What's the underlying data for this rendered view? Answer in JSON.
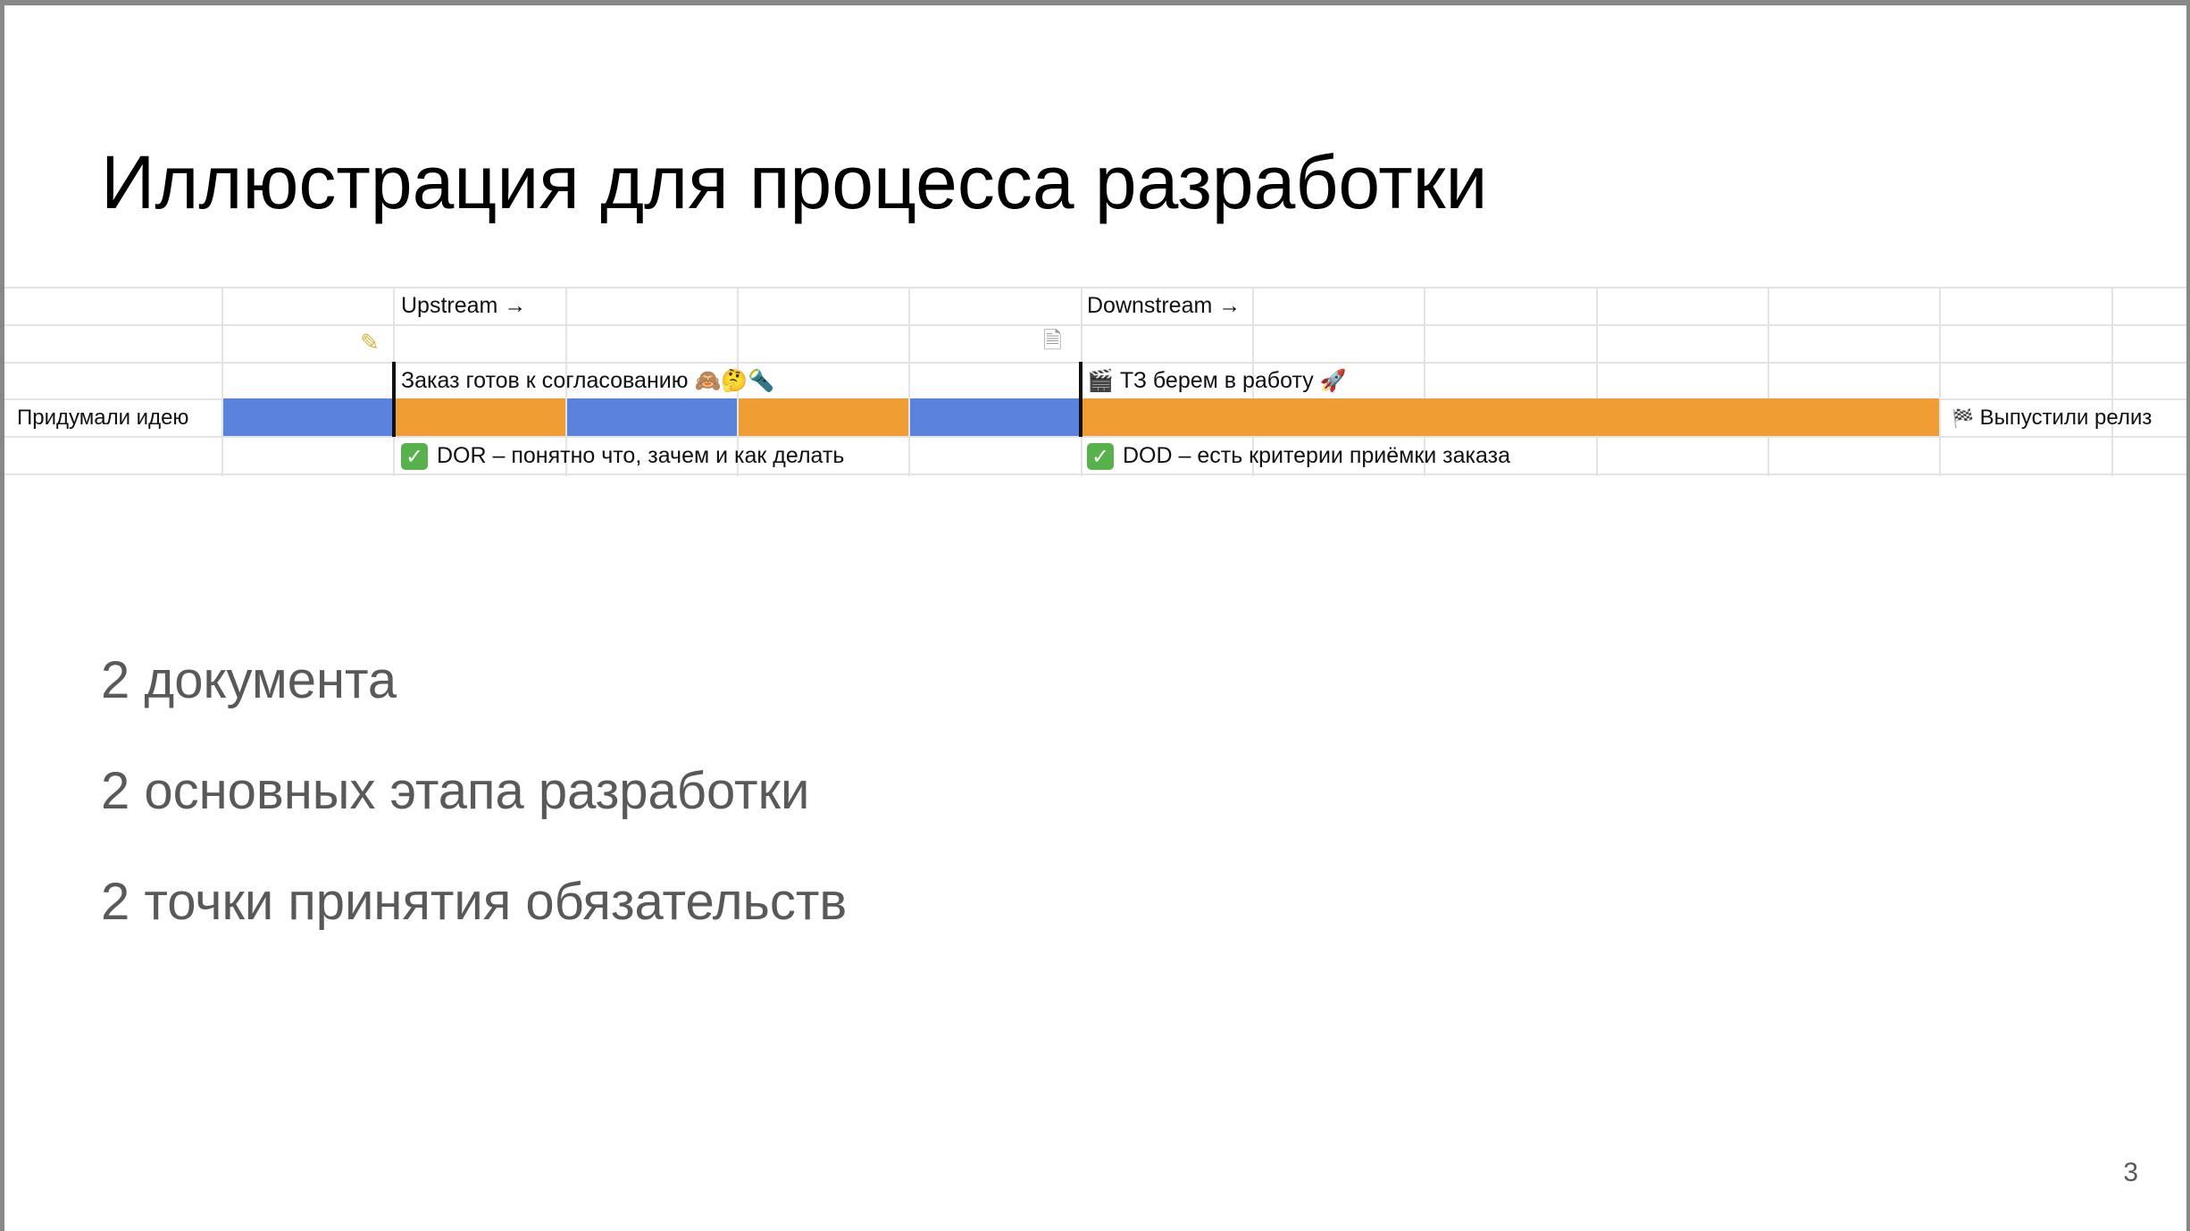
{
  "slide": {
    "title": "Иллюстрация для процесса разработки",
    "page_number": "3"
  },
  "table": {
    "upstream_label": "Upstream →",
    "downstream_label": "Downstream →",
    "row3_left": "Заказ готов к согласованию",
    "row3_left_emojis": "🙈🤔🔦",
    "row3_right_emoji_prefix": "🎬",
    "row3_right": "ТЗ берем в работу",
    "row3_right_emoji_suffix": "🚀",
    "start_label": "Придумали идею",
    "end_prefix": "🏁",
    "end_label": "Выпустили релиз",
    "dor_text": "DOR – понятно что,  зачем  и как делать",
    "dod_text": "DOD – есть критерии приёмки заказа",
    "check_glyph": "✓",
    "pencil_icon": "✎",
    "doc_icon": "🗎",
    "colors": {
      "blue": "#5b83dd",
      "orange": "#f09e33"
    }
  },
  "bullets": [
    "2 документа",
    "2 основных этапа разработки",
    "2 точки принятия обязательств"
  ]
}
